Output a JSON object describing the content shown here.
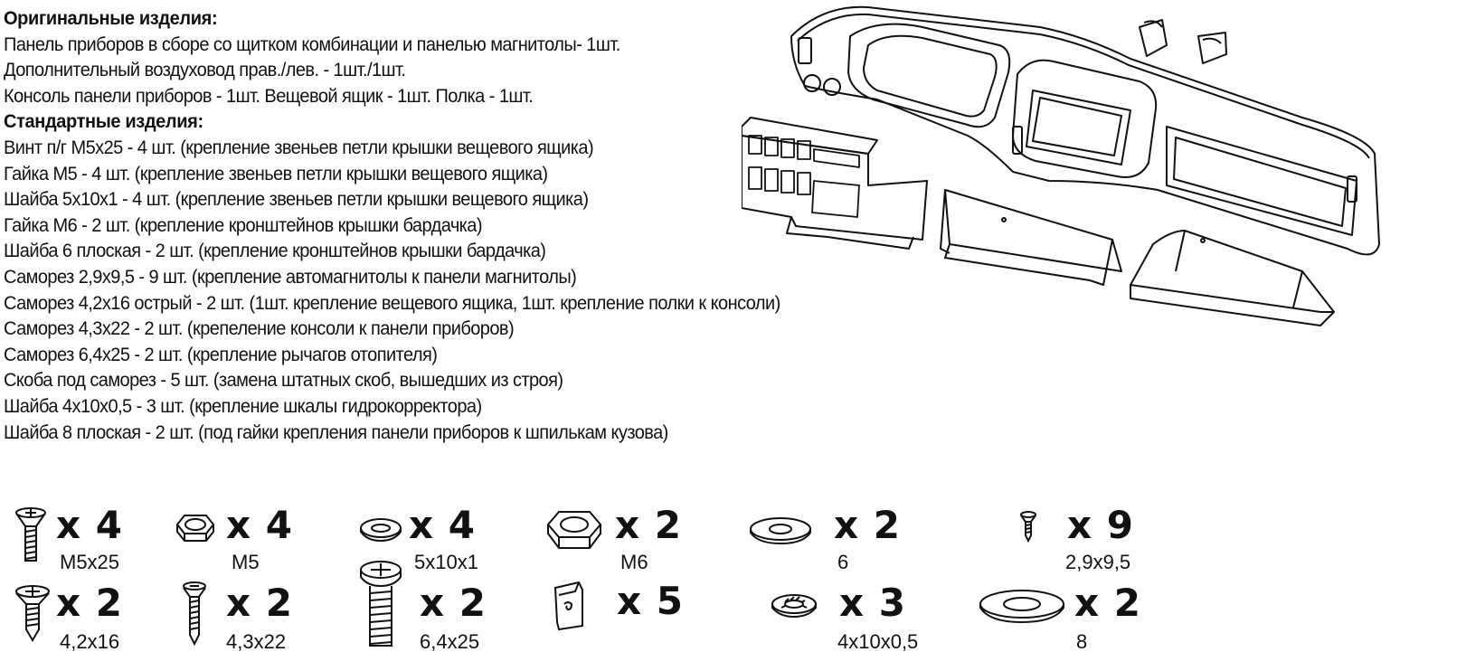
{
  "original_heading": "Оригинальные изделия:",
  "original_items": [
    "Панель приборов в сборе со щитком комбинации и панелью магнитолы- 1шт.",
    "Дополнительный воздуховод прав./лев. - 1шт./1шт.",
    "Консоль панели приборов - 1шт. Вещевой ящик - 1шт. Полка - 1шт."
  ],
  "standard_heading": "Стандартные изделия:",
  "standard_items": [
    "Винт п/г М5х25 - 4 шт. (крепление звеньев петли крышки вещевого ящика)",
    "Гайка М5 - 4 шт. (крепление звеньев петли крышки вещевого ящика)",
    "Шайба 5х10х1 - 4 шт. (крепление звеньев петли крышки вещевого ящика)",
    "Гайка М6 - 2 шт. (крепление кронштейнов крышки бардачка)",
    "Шайба 6 плоская - 2 шт. (крепление кронштейнов крышки бардачка)",
    "Саморез 2,9х9,5 - 9 шт. (крепление автомагнитолы к панели магнитолы)",
    "Саморез 4,2х16 острый - 2 шт. (1шт. крепление вещевого ящика, 1шт. крепление полки к консоли)",
    "Саморез 4,3х22 - 2 шт. (крепеление консоли к панели приборов)",
    "Саморез 6,4х25 - 2 шт. (крепление рычагов отопителя)",
    "Скоба под саморез - 5 шт. (замена штатных скоб, вышедших из строя)",
    "Шайба 4х10х0,5 - 3 шт. (крепление шкалы гидрокорректора)",
    "Шайба 8 плоская - 2 шт. (под гайки крепления панели приборов к шпилькам кузова)"
  ],
  "hardware": [
    {
      "icon": "countersunk-screw-icon",
      "qty": "x 4",
      "size": "M5x25"
    },
    {
      "icon": "hex-nut-icon",
      "qty": "x 4",
      "size": "M5"
    },
    {
      "icon": "washer-icon",
      "qty": "x 4",
      "size": "5x10x1"
    },
    {
      "icon": "hex-nut-icon",
      "qty": "x 2",
      "size": "M6"
    },
    {
      "icon": "flat-washer-icon",
      "qty": "x 2",
      "size": "6"
    },
    {
      "icon": "small-screw-icon",
      "qty": "x 9",
      "size": "2,9x9,5"
    },
    {
      "icon": "self-tapping-screw-icon",
      "qty": "x 2",
      "size": "4,2x16"
    },
    {
      "icon": "self-tapping-screw-icon",
      "qty": "x 2",
      "size": "4,3x22"
    },
    {
      "icon": "bolt-icon",
      "qty": "x 2",
      "size": "6,4x25"
    },
    {
      "icon": "screw-clip-icon",
      "qty": "x 5",
      "size": ""
    },
    {
      "icon": "serrated-washer-icon",
      "qty": "x 3",
      "size": "4x10x0,5"
    },
    {
      "icon": "large-flat-washer-icon",
      "qty": "x 2",
      "size": "8"
    }
  ]
}
